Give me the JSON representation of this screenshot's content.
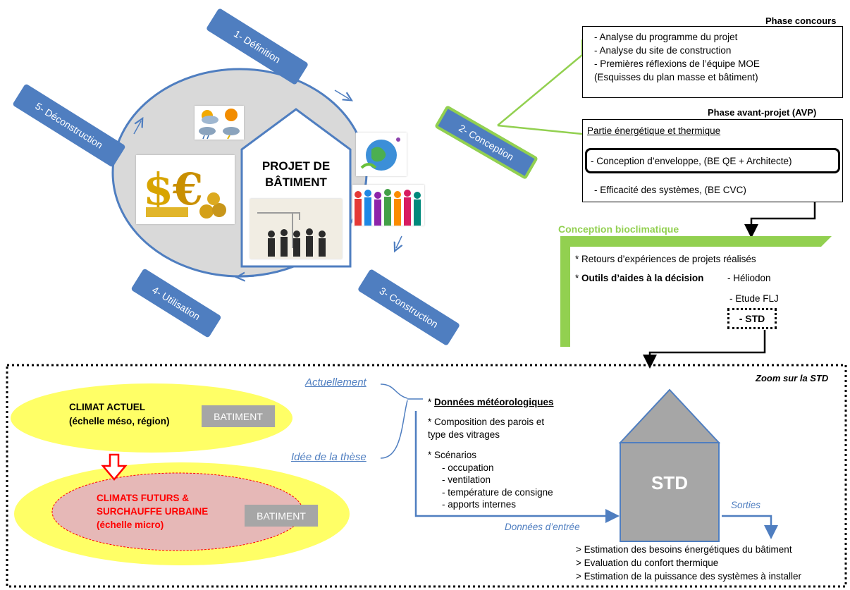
{
  "cycle": {
    "center_title": "PROJET DE BÂTIMENT",
    "phases": [
      "1- Définition",
      "2- Conception",
      "3- Construction",
      "4- Utilisation",
      "5- Déconstruction"
    ]
  },
  "phase_concours": {
    "heading": "Phase concours",
    "items": [
      "- Analyse du programme du projet",
      "- Analyse du site de construction",
      "- Premières réflexions de l’équipe MOE",
      "(Esquisses du plan masse et bâtiment)"
    ]
  },
  "phase_avp": {
    "heading": "Phase avant-projet (AVP)",
    "subtitle": "Partie énergétique et thermique",
    "envelope": "- Conception d’enveloppe, (BE QE + Architecte)",
    "systems": "- Efficacité des systèmes, (BE CVC)"
  },
  "bioclim": {
    "heading": "Conception bioclimatique",
    "retours": "* Retours d’expériences de projets réalisés",
    "outils_prefix": "* ",
    "outils": "Outils d’aides à la décision",
    "heliodon": "- Héliodon",
    "flj": "- Etude FLJ",
    "std": "- STD"
  },
  "zoom": {
    "title": "Zoom sur la STD",
    "actuellement": "Actuellement",
    "idee": "Idée de la thèse",
    "climat_actuel": [
      "CLIMAT ACTUEL",
      "(échelle méso, région)"
    ],
    "batiment": "BATIMENT",
    "climats_futurs": [
      "CLIMATS FUTURS &",
      "SURCHAUFFE URBAINE",
      "(échelle micro)"
    ],
    "donnees_prefix": "* ",
    "donnees_meteo": "Données météorologiques",
    "composition": [
      "* Composition des parois et",
      "type des vitrages"
    ],
    "scenarios": [
      "* Scénarios",
      "- occupation",
      "- ventilation",
      "- température de consigne",
      "- apports internes"
    ],
    "donnees_entree": "Données d’entrée",
    "std_label": "STD",
    "sorties": "Sorties",
    "outputs": [
      "> Estimation des besoins énergétiques du bâtiment",
      "> Evaluation du confort thermique",
      "> Estimation de la puissance des systèmes à installer"
    ]
  },
  "colors": {
    "phase_blue": "#4f7ec0",
    "green": "#92d050",
    "yellow": "#ffff66",
    "pink": "#e6b8b7",
    "red": "#ff0000",
    "gray": "#a6a6a6"
  },
  "icons": [
    "weather-icon",
    "money-icon",
    "earth-icon",
    "crowd-icon",
    "construction-team-icon"
  ]
}
